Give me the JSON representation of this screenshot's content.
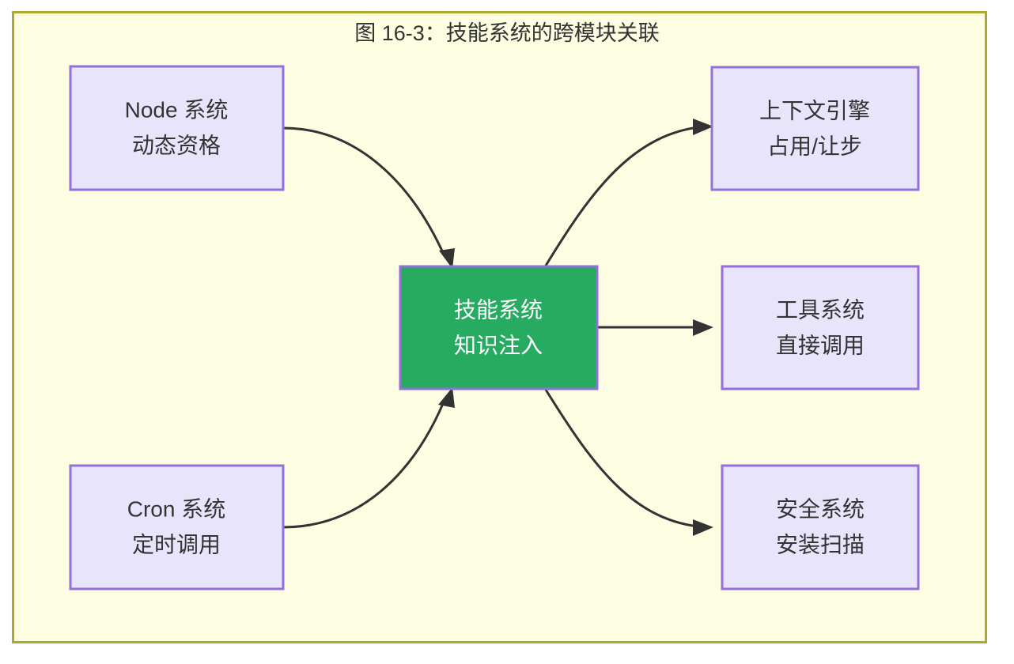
{
  "figure": {
    "title": "图 16-3：技能系统的跨模块关联",
    "background_color": "#fdfde2",
    "frame_border_color": "#aaaa33",
    "node_fill": "#e8e4fb",
    "node_border": "#9370db",
    "accent_fill": "#27ab60",
    "accent_text": "#ffffff",
    "edge_color": "#333333"
  },
  "nodes": [
    {
      "id": "node-system",
      "line1": "Node 系统",
      "line2": "动态资格",
      "role": "source"
    },
    {
      "id": "cron-system",
      "line1": "Cron 系统",
      "line2": "定时调用",
      "role": "source"
    },
    {
      "id": "skill-system",
      "line1": "技能系统",
      "line2": "知识注入",
      "role": "center"
    },
    {
      "id": "context-engine",
      "line1": "上下文引擎",
      "line2": "占用/让步",
      "role": "target"
    },
    {
      "id": "tool-system",
      "line1": "工具系统",
      "line2": "直接调用",
      "role": "target"
    },
    {
      "id": "security-system",
      "line1": "安全系统",
      "line2": "安装扫描",
      "role": "target"
    }
  ],
  "edges": [
    {
      "id": "edge-node-to-skill",
      "from": "node-system",
      "to": "skill-system",
      "label": ""
    },
    {
      "id": "edge-cron-to-skill",
      "from": "cron-system",
      "to": "skill-system",
      "label": ""
    },
    {
      "id": "edge-skill-to-context",
      "from": "skill-system",
      "to": "context-engine",
      "label": ""
    },
    {
      "id": "edge-skill-to-tool",
      "from": "skill-system",
      "to": "tool-system",
      "label": ""
    },
    {
      "id": "edge-skill-to-security",
      "from": "skill-system",
      "to": "security-system",
      "label": ""
    }
  ]
}
